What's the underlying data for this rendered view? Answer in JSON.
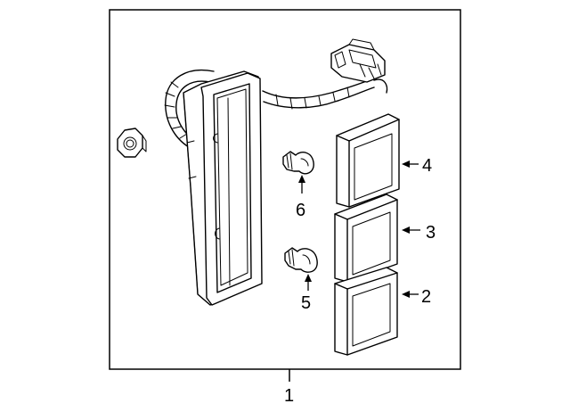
{
  "callouts": {
    "c1": "1",
    "c2": "2",
    "c3": "3",
    "c4": "4",
    "c5": "5",
    "c6": "6"
  },
  "colors": {
    "line": "#000000",
    "background": "#ffffff"
  },
  "parts": [
    {
      "icon": "tail-lamp-housing-icon"
    },
    {
      "icon": "wiring-harness-icon"
    },
    {
      "icon": "connector-icon"
    },
    {
      "icon": "nut-icon"
    },
    {
      "icon": "bulb-icon"
    },
    {
      "icon": "lens-icon"
    }
  ]
}
